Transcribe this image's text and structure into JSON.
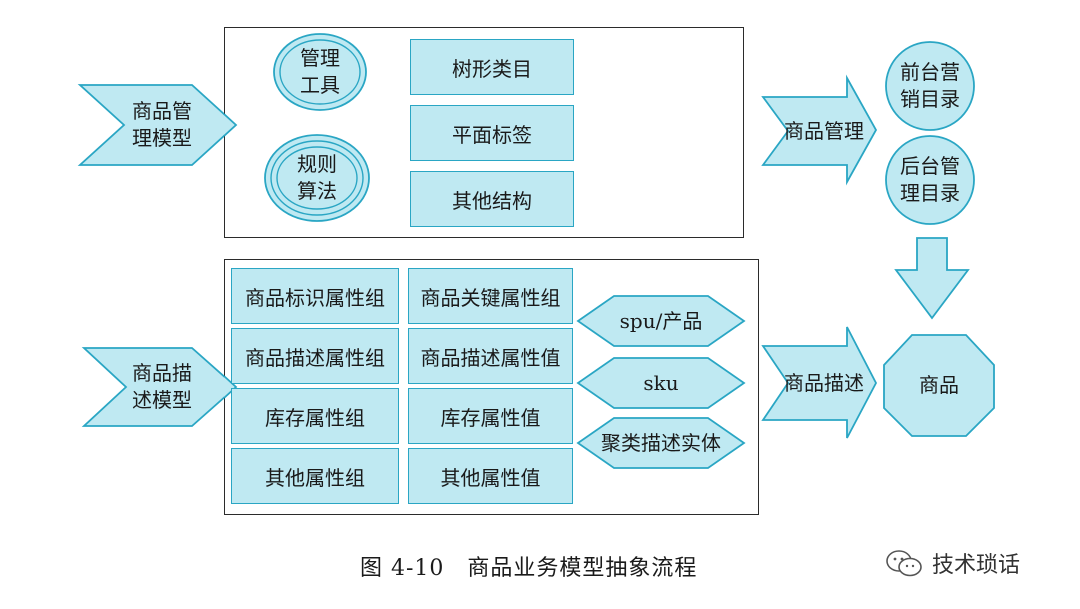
{
  "management": {
    "input_label": "商品管\n理模型",
    "tool_ellipse": "管理\n工具",
    "algo_ellipse": "规则\n算法",
    "structures": [
      "树形类目",
      "平面标签",
      "其他结构"
    ],
    "output_arrow": "商品管理"
  },
  "catalogs": {
    "front": "前台营\n销目录",
    "back": "后台管\n理目录"
  },
  "description": {
    "input_label": "商品描\n述模型",
    "column1": [
      "商品标识属性组",
      "商品描述属性组",
      "库存属性组",
      "其他属性组"
    ],
    "column2": [
      "商品关键属性组",
      "商品描述属性值",
      "库存属性值",
      "其他属性值"
    ],
    "hexagons": [
      "spu/产品",
      "sku",
      "聚类描述实体"
    ],
    "output_arrow": "商品描述"
  },
  "product": {
    "label": "商品"
  },
  "caption": "图 4-10　商品业务模型抽象流程",
  "watermark": "技术琐话",
  "colors": {
    "fill": "#bfe9f2",
    "stroke": "#2aa6c4",
    "frame": "#2b2b2b"
  }
}
